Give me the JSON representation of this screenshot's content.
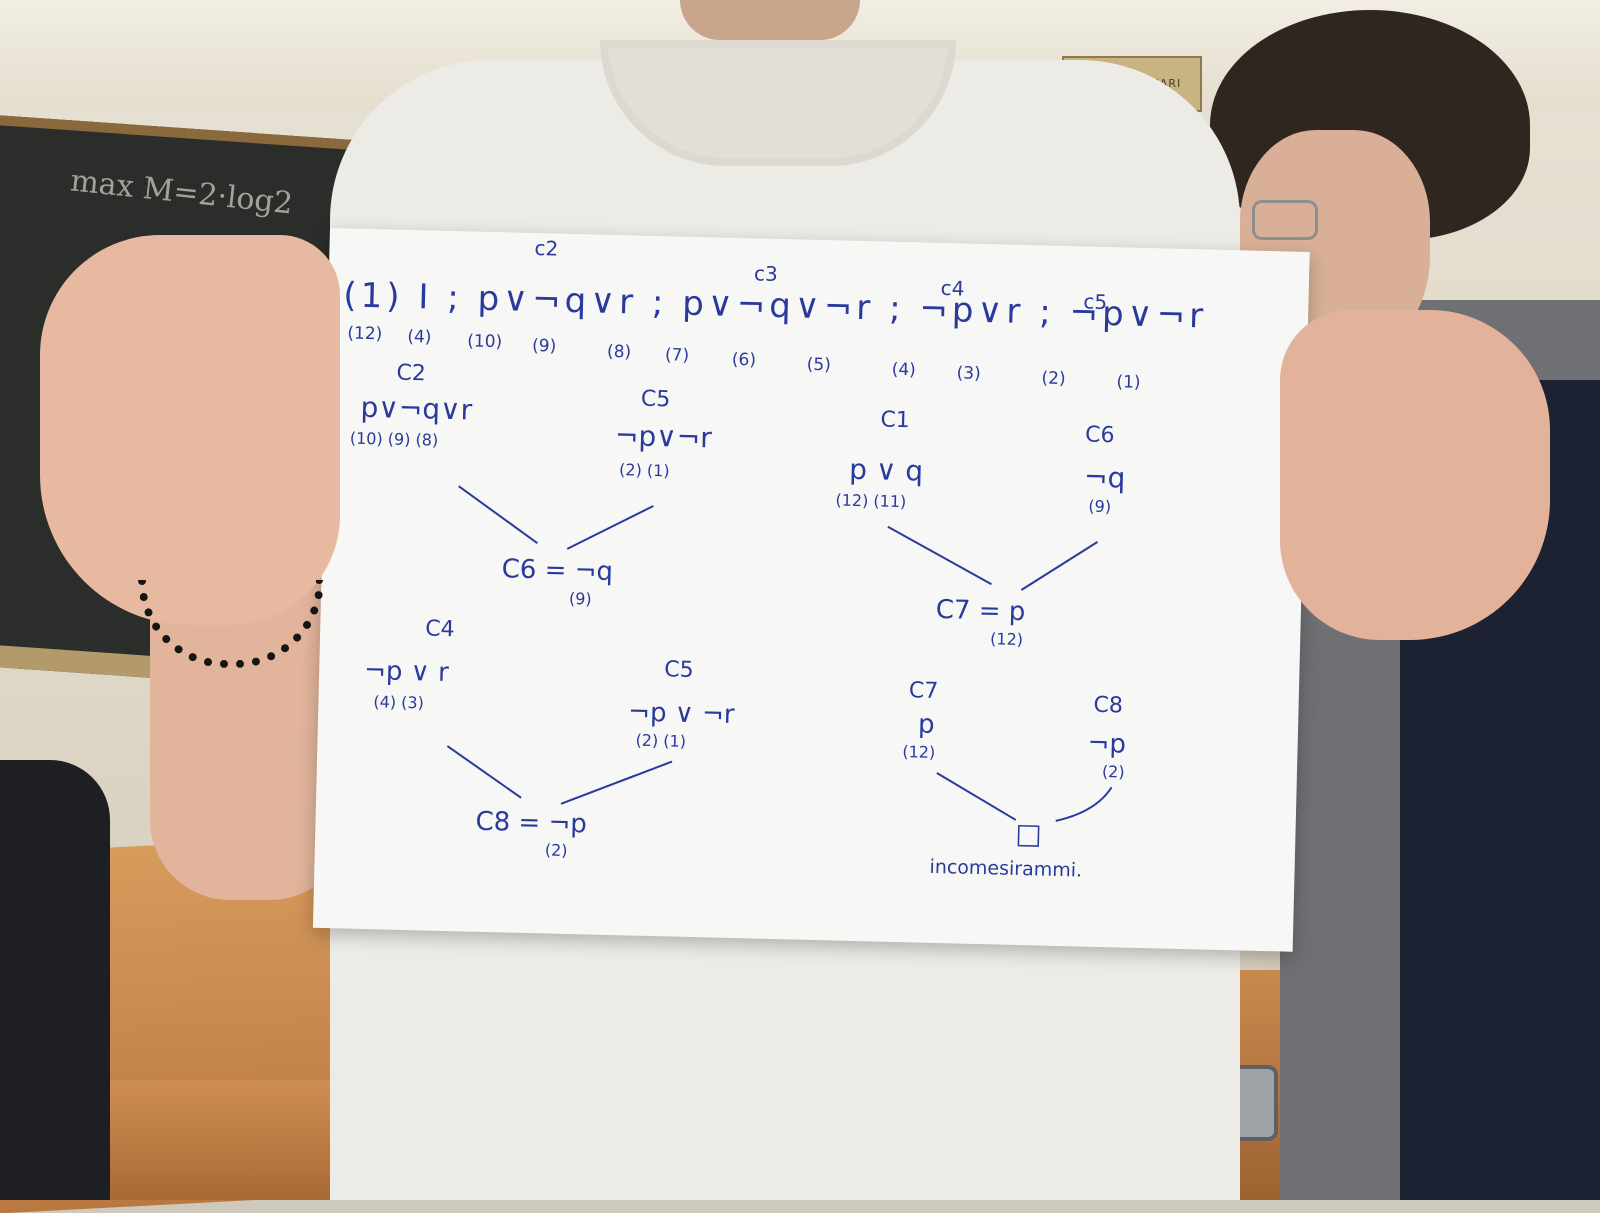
{
  "background": {
    "blackboard_chalk": "max M=2·log2",
    "plaque_text": "SALA SEMINARI"
  },
  "paper": {
    "header": {
      "clause_labels": [
        "c2",
        "c3",
        "c4",
        "c5"
      ],
      "formula_line": "(1) I ; p∨¬q∨r ; p∨¬q∨¬r ; ¬p∨r ; ¬p∨¬r",
      "indices": [
        "(12)",
        "(4)",
        "(10)",
        "(9)",
        "(8)",
        "(7)",
        "(6)",
        "(5)",
        "(4)",
        "(3)",
        "(2)",
        "(1)"
      ]
    },
    "resolutions": [
      {
        "left_label": "C2",
        "left_clause": "p∨¬q∨r",
        "left_idx": "(10)  (9)  (8)",
        "right_label": "C5",
        "right_clause": "¬p∨¬r",
        "right_idx": "(2)   (1)",
        "result": "C6 = ¬q",
        "result_idx": "(9)"
      },
      {
        "left_label": "C1",
        "left_clause": "p ∨ q",
        "left_idx": "(12)  (11)",
        "right_label": "C6",
        "right_clause": "¬q",
        "right_idx": "(9)",
        "result": "C7 = p",
        "result_idx": "(12)"
      },
      {
        "left_label": "C4",
        "left_clause": "¬p ∨ r",
        "left_idx": "(4)    (3)",
        "right_label": "C5",
        "right_clause": "¬p ∨ ¬r",
        "right_idx": "(2)    (1)",
        "result": "C8 = ¬p",
        "result_idx": "(2)"
      },
      {
        "left_label": "C7",
        "left_clause": "p",
        "left_idx": "(12)",
        "right_label": "C8",
        "right_clause": "¬p",
        "right_idx": "(2)",
        "result": "□",
        "result_idx": "",
        "note": "incomesirammi."
      }
    ]
  },
  "colors": {
    "ink": "#2a3a9c",
    "paper": "#f7f7f5",
    "shirt": "#ecebe6"
  }
}
